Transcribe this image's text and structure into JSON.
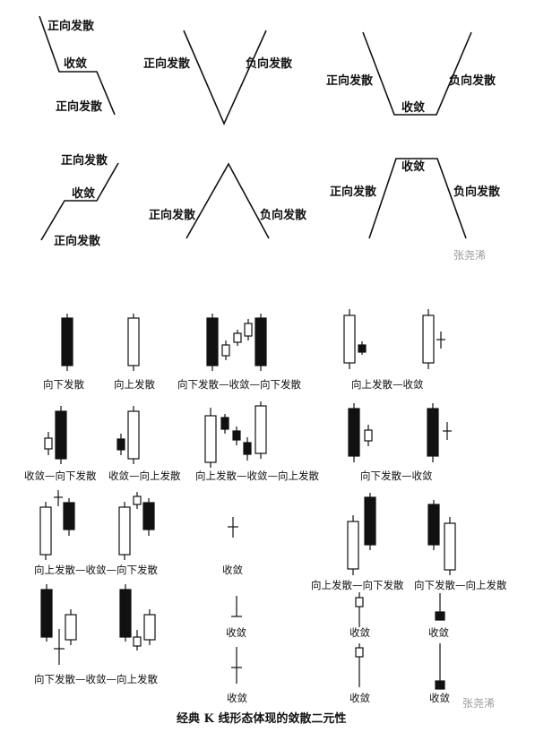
{
  "top": {
    "labels": {
      "positive_divergence": "正向发散",
      "negative_divergence": "负向发散",
      "convergence": "收敛"
    },
    "watermark": "张尧浠"
  },
  "bottom": {
    "captions": {
      "down": "向下发散",
      "up": "向上发散",
      "down_conv_down": "向下发散—收敛—向下发散",
      "up_conv": "向上发散—收敛",
      "conv_down": "收敛—向下发散",
      "conv_up": "收敛—向上发散",
      "up_conv_up": "向上发散—收敛—向上发散",
      "down_conv": "向下发散—收敛",
      "up_conv_down": "向上发散—收敛—向下发散",
      "conv": "收敛",
      "down_up": "向下发散—向上发散",
      "up_down": "向上发散—向下发散",
      "down_conv_up": "向下发散—收敛—向上发散"
    },
    "title": "经典 K 线形态体现的敛散二元性",
    "watermark": "张尧浠"
  }
}
